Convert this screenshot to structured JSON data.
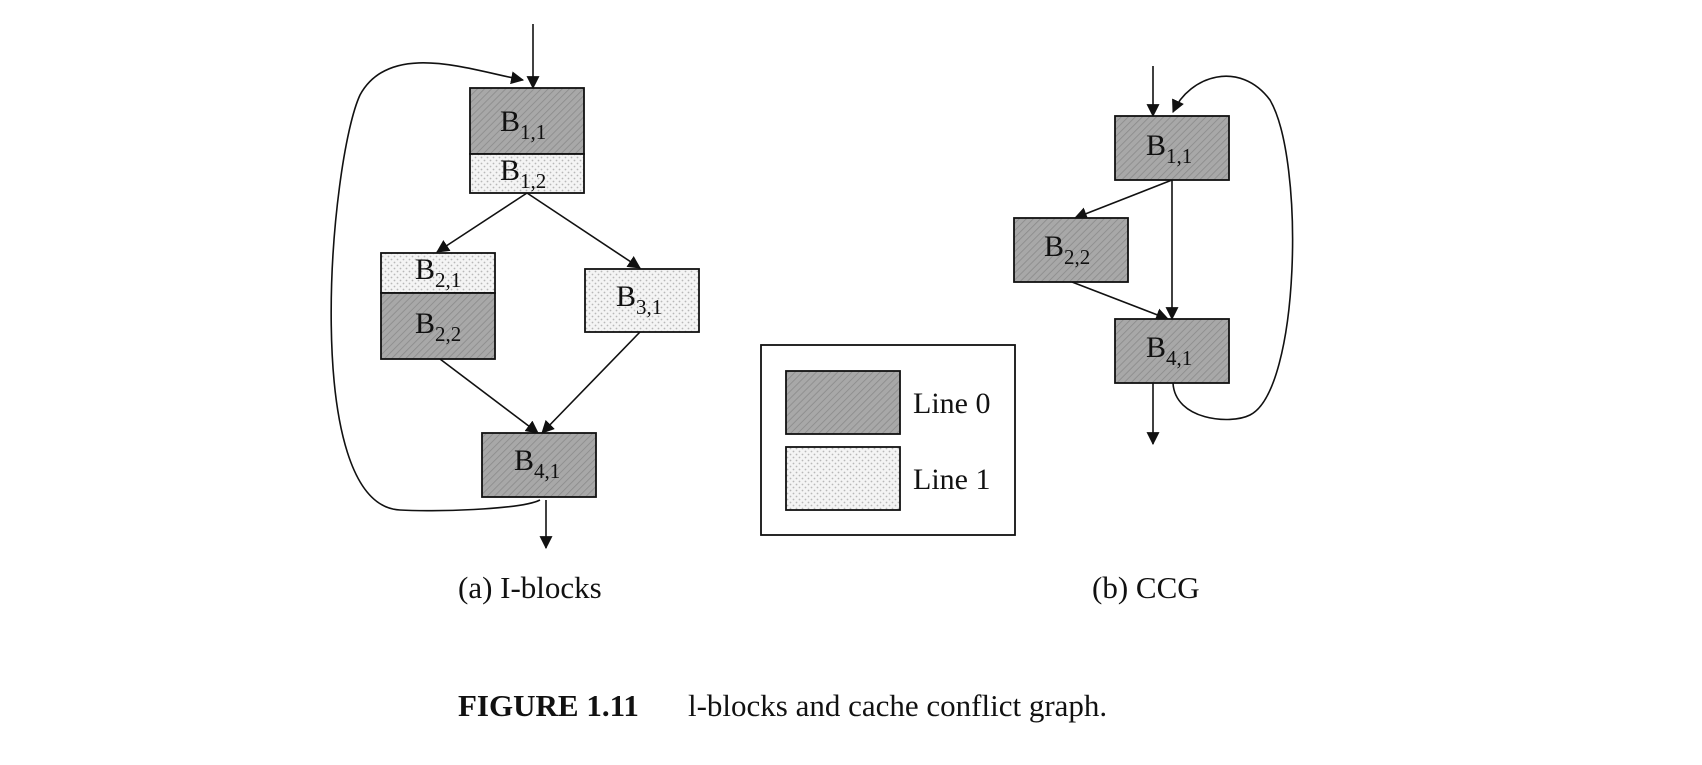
{
  "figure": {
    "number": "FIGURE 1.11",
    "caption": "l-blocks and cache conflict graph."
  },
  "diagram_a": {
    "caption": "(a) I-blocks",
    "blocks": {
      "b11": {
        "base": "B",
        "sub": "1,1",
        "line": 0
      },
      "b12": {
        "base": "B",
        "sub": "1,2",
        "line": 1
      },
      "b21": {
        "base": "B",
        "sub": "2,1",
        "line": 1
      },
      "b22": {
        "base": "B",
        "sub": "2,2",
        "line": 0
      },
      "b31": {
        "base": "B",
        "sub": "3,1",
        "line": 1
      },
      "b41": {
        "base": "B",
        "sub": "4,1",
        "line": 0
      }
    }
  },
  "diagram_b": {
    "caption": "(b) CCG",
    "blocks": {
      "b11": {
        "base": "B",
        "sub": "1,1",
        "line": 0
      },
      "b22": {
        "base": "B",
        "sub": "2,2",
        "line": 0
      },
      "b41": {
        "base": "B",
        "sub": "4,1",
        "line": 0
      }
    }
  },
  "legend": {
    "line0": "Line 0",
    "line1": "Line 1"
  },
  "colors": {
    "line0_fill": "#a9a9a9",
    "line1_fill": "#f2f2f2",
    "stroke": "#111111"
  }
}
